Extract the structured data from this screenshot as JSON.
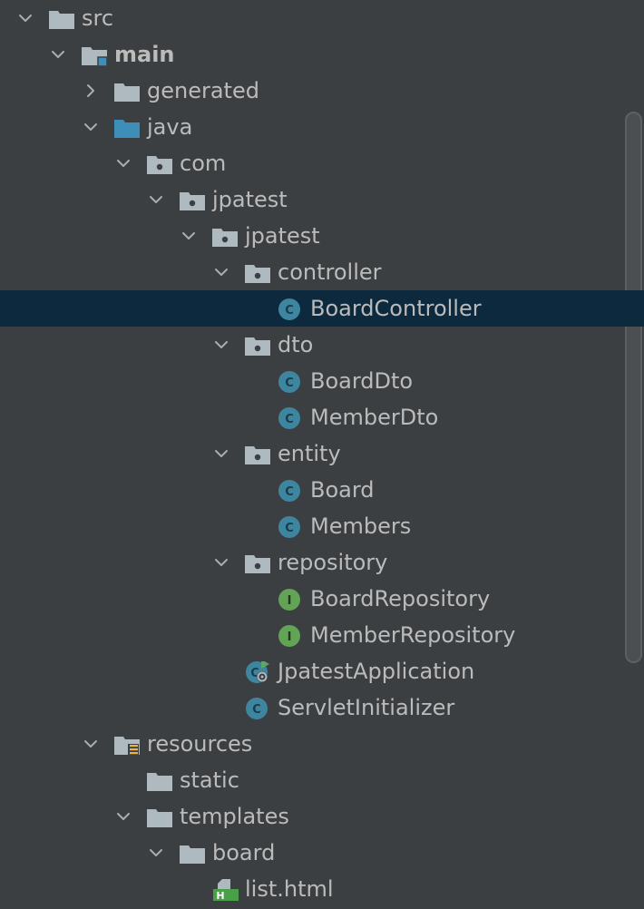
{
  "tree": {
    "items": [
      {
        "label": "src",
        "depth": 0,
        "icon": "folder-icon",
        "expanded": true
      },
      {
        "label": "main",
        "depth": 1,
        "icon": "module-folder-icon",
        "expanded": true,
        "bold": true
      },
      {
        "label": "generated",
        "depth": 2,
        "icon": "folder-icon",
        "expanded": false
      },
      {
        "label": "java",
        "depth": 2,
        "icon": "source-folder-icon",
        "expanded": true
      },
      {
        "label": "com",
        "depth": 3,
        "icon": "package-icon",
        "expanded": true
      },
      {
        "label": "jpatest",
        "depth": 4,
        "icon": "package-icon",
        "expanded": true
      },
      {
        "label": "jpatest",
        "depth": 5,
        "icon": "package-icon",
        "expanded": true
      },
      {
        "label": "controller",
        "depth": 6,
        "icon": "package-icon",
        "expanded": true
      },
      {
        "label": "BoardController",
        "depth": 7,
        "icon": "class-icon",
        "selected": true
      },
      {
        "label": "dto",
        "depth": 6,
        "icon": "package-icon",
        "expanded": true
      },
      {
        "label": "BoardDto",
        "depth": 7,
        "icon": "class-icon"
      },
      {
        "label": "MemberDto",
        "depth": 7,
        "icon": "class-icon"
      },
      {
        "label": "entity",
        "depth": 6,
        "icon": "package-icon",
        "expanded": true
      },
      {
        "label": "Board",
        "depth": 7,
        "icon": "class-icon"
      },
      {
        "label": "Members",
        "depth": 7,
        "icon": "class-icon"
      },
      {
        "label": "repository",
        "depth": 6,
        "icon": "package-icon",
        "expanded": true
      },
      {
        "label": "BoardRepository",
        "depth": 7,
        "icon": "interface-icon"
      },
      {
        "label": "MemberRepository",
        "depth": 7,
        "icon": "interface-icon"
      },
      {
        "label": "JpatestApplication",
        "depth": 6,
        "icon": "spring-boot-app-icon"
      },
      {
        "label": "ServletInitializer",
        "depth": 6,
        "icon": "class-icon"
      },
      {
        "label": "resources",
        "depth": 2,
        "icon": "resources-folder-icon",
        "expanded": true
      },
      {
        "label": "static",
        "depth": 3,
        "icon": "folder-icon"
      },
      {
        "label": "templates",
        "depth": 3,
        "icon": "folder-icon",
        "expanded": true
      },
      {
        "label": "board",
        "depth": 4,
        "icon": "folder-icon",
        "expanded": true
      },
      {
        "label": "list.html",
        "depth": 5,
        "icon": "html-file-icon"
      }
    ]
  },
  "colors": {
    "background": "#3c3f41",
    "text": "#bbbbbb",
    "selection": "#0d293e",
    "folder": "#aeb9c0",
    "source_folder": "#3d8eb9",
    "class_badge": "#3e86a0",
    "interface_badge": "#62a356",
    "run_marker": "#59a869",
    "resources_marker": "#ecb344",
    "html_badge": "#4a9f49",
    "chevron": "#a8adb0",
    "scrollbar": "#4c4f51"
  }
}
